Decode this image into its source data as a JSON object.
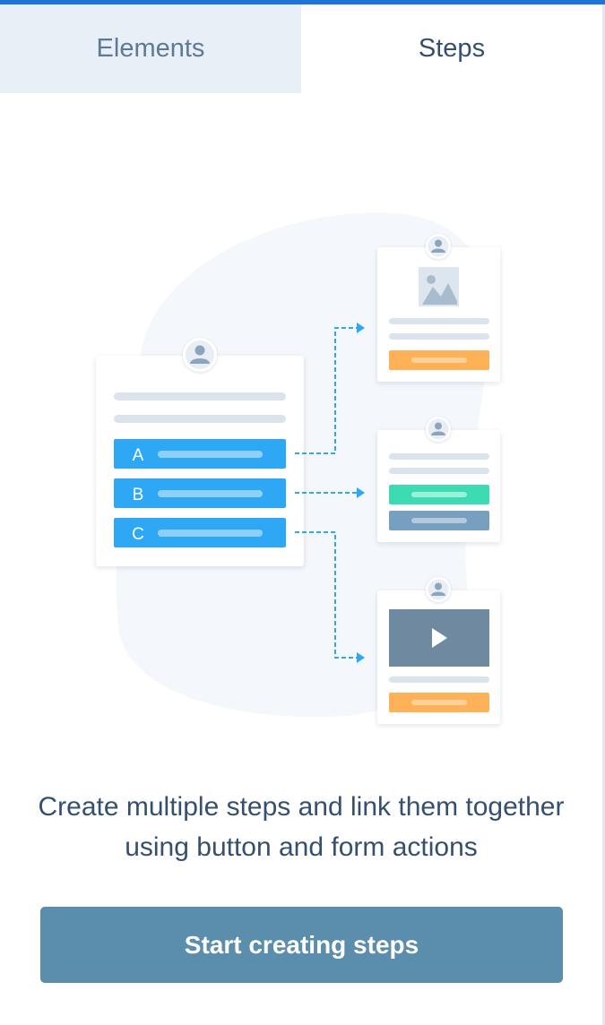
{
  "tabs": [
    {
      "label": "Elements",
      "active": false
    },
    {
      "label": "Steps",
      "active": true
    }
  ],
  "illustration": {
    "options": [
      "A",
      "B",
      "C"
    ]
  },
  "description": "Create multiple steps and link them together using button and form actions",
  "cta": {
    "label": "Start creating steps"
  },
  "colors": {
    "accent_top_bar": "#1f74d8",
    "option_blue": "#2ea8f4",
    "orange_button": "#ffb157",
    "green_button": "#3ddbb2",
    "slate_button": "#779fbf",
    "video_block": "#6f8aa0",
    "cta_background": "#5b8dad",
    "text_dark": "#35506e"
  }
}
